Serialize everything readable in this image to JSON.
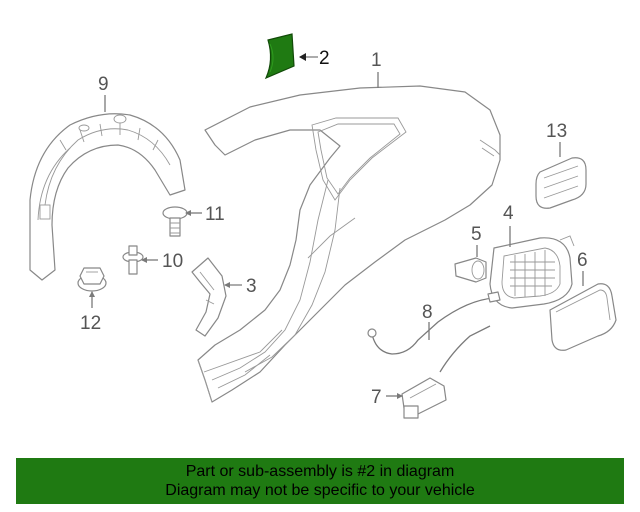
{
  "callouts": {
    "c1": "1",
    "c2": "2",
    "c3": "3",
    "c4": "4",
    "c5": "5",
    "c6": "6",
    "c7": "7",
    "c8": "8",
    "c9": "9",
    "c10": "10",
    "c11": "11",
    "c12": "12",
    "c13": "13"
  },
  "highlight_color": "#1f7a12",
  "footer": {
    "line1": "Part or sub-assembly is #2 in diagram",
    "line2": "Diagram may not be specific to your vehicle"
  }
}
